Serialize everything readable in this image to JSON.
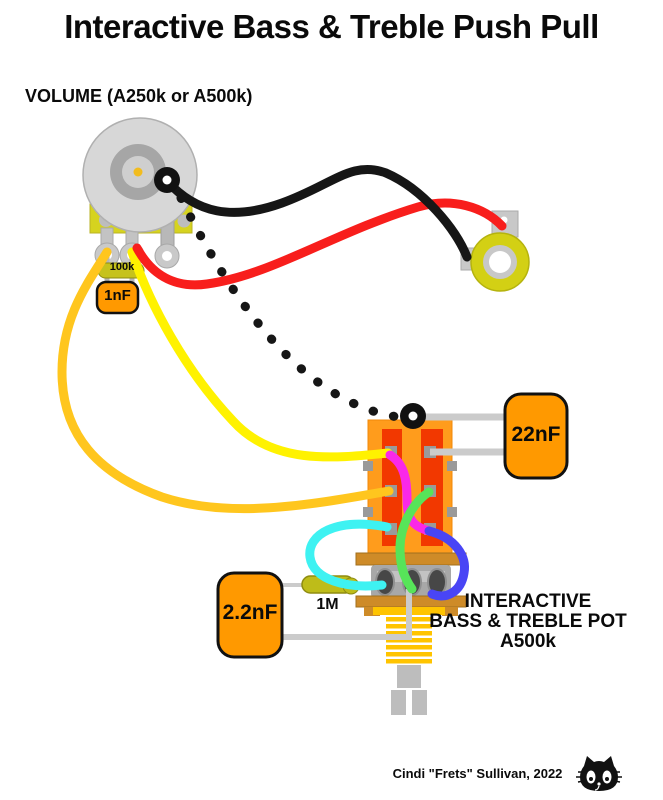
{
  "title": "Interactive Bass & Treble Push Pull",
  "credit": "Cindi \"Frets\" Sullivan, 2022",
  "volume_pot": {
    "label": "VOLUME (A250k or A500k)",
    "treble_bleed_resistor": "100k",
    "treble_bleed_capacitor": "1nF"
  },
  "push_pull_pot": {
    "label_lines": [
      "INTERACTIVE",
      "BASS & TREBLE POT",
      "A500k"
    ],
    "treble_capacitor": "22nF",
    "bass_capacitor": "2.2nF",
    "bass_resistor": "1M"
  },
  "colors": {
    "wire_black": "#161616",
    "wire_red": "#f81e1c",
    "wire_yellow": "#fff200",
    "wire_gold": "#ffc61e",
    "wire_cyan": "#3ef2f2",
    "wire_magenta": "#fa28e8",
    "wire_green": "#57e459",
    "wire_blue": "#4945f5",
    "capacitor_body": "#ff9900",
    "switch_body": "#ff9c1c",
    "switch_slots": "#f23800",
    "pot_base": "#d6d31f",
    "jack_ring": "#d3d014",
    "resistor_body": "#bebc19",
    "lead_gray": "#cbcbcb",
    "tan_bracket": "#ce8b28",
    "bushing_gold": "#ffc400"
  }
}
